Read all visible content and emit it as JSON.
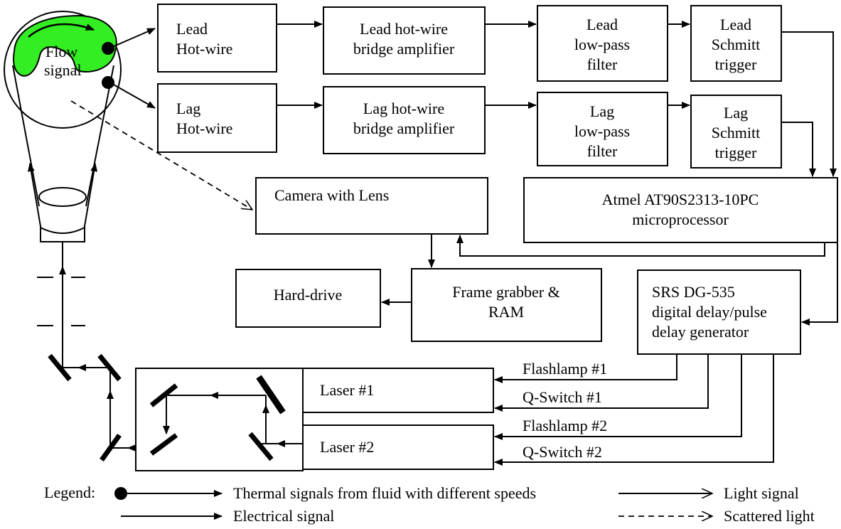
{
  "diagram": {
    "blocks": {
      "lead_hotwire": [
        "Lead",
        "Hot-wire"
      ],
      "lag_hotwire": [
        "Lag",
        "Hot-wire"
      ],
      "lead_bridge": [
        "Lead hot-wire",
        "bridge amplifier"
      ],
      "lag_bridge": [
        "Lag hot-wire",
        "bridge amplifier"
      ],
      "lead_lowpass": [
        "Lead",
        "low-pass",
        "filter"
      ],
      "lag_lowpass": [
        "Lag",
        "low-pass",
        "filter"
      ],
      "lead_schmitt": [
        "Lead",
        "Schmitt",
        "trigger"
      ],
      "lag_schmitt": [
        "Lag",
        "Schmitt",
        "trigger"
      ],
      "microprocessor": [
        "Atmel AT90S2313-10PC",
        "microprocessor"
      ],
      "camera": [
        "Camera with Lens"
      ],
      "frame_grabber": [
        "Frame grabber &",
        "RAM"
      ],
      "hard_drive": [
        "Hard-drive"
      ],
      "delay_generator": [
        "SRS DG-535",
        "digital delay/pulse",
        "delay generator"
      ],
      "laser1": [
        "Laser #1"
      ],
      "laser2": [
        "Laser #2"
      ]
    },
    "flow_label": [
      "Flow",
      "signal"
    ],
    "signal_labels": {
      "flashlamp1": "Flashlamp #1",
      "qswitch1": "Q-Switch #1",
      "flashlamp2": "Flashlamp #2",
      "qswitch2": "Q-Switch #2"
    },
    "legend": {
      "title": "Legend:",
      "thermal": "Thermal signals from fluid with different speeds",
      "electrical": "Electrical signal",
      "light": "Light signal",
      "scattered": "Scattered light"
    },
    "colors": {
      "flow": "#33ee22",
      "line": "#000000"
    }
  }
}
